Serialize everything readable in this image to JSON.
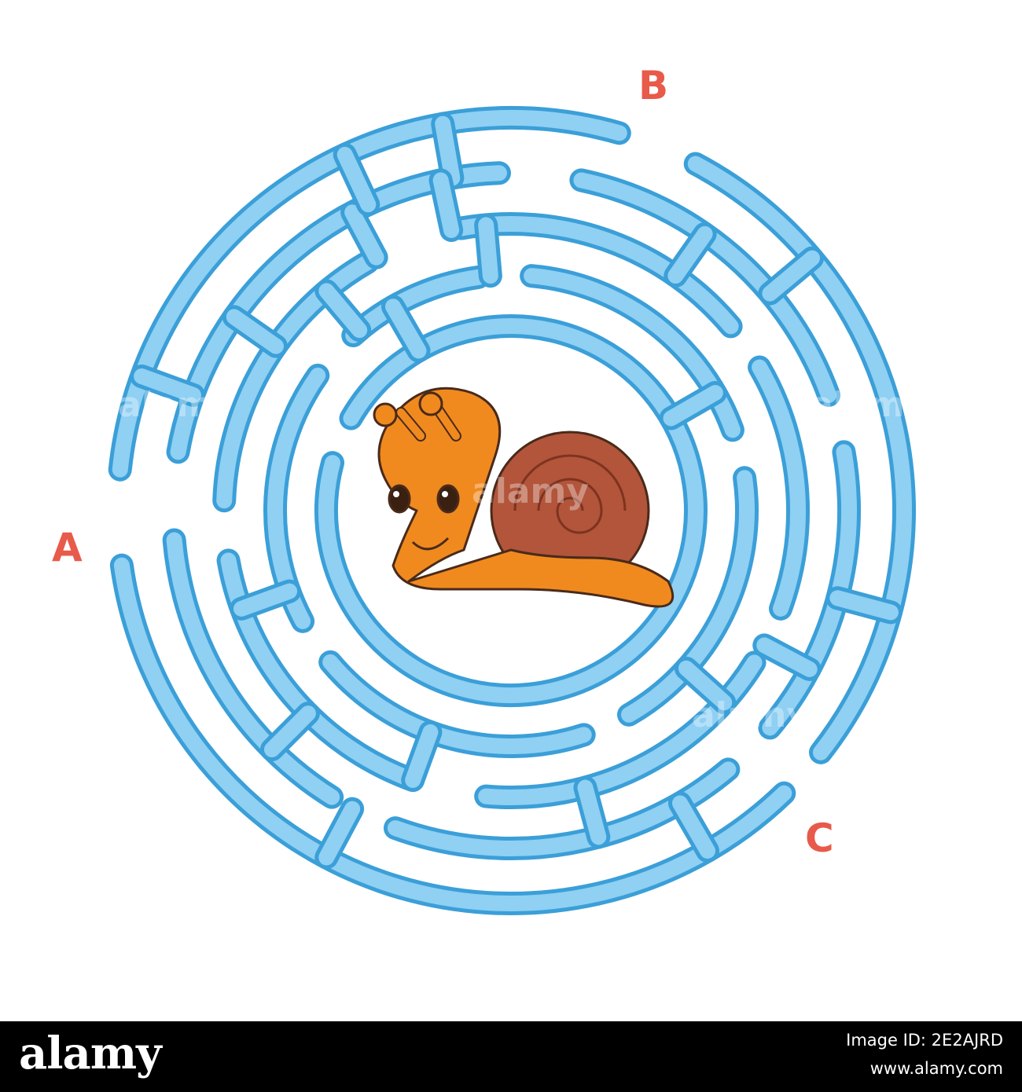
{
  "maze": {
    "wall_fill": "#8fd0f3",
    "wall_stroke": "#3b9fd8",
    "exits": [
      "A",
      "B",
      "C"
    ]
  },
  "labels": {
    "a": "A",
    "b": "B",
    "c": "C"
  },
  "character": {
    "name": "snail-icon"
  },
  "colors": {
    "label": "#e85a4a",
    "snail_body": "#f08a1f",
    "snail_shell": "#b2553a"
  },
  "watermark": {
    "text": "alamy"
  },
  "footer": {
    "logo": "alamy",
    "image_id": "Image ID: 2E2AJRD",
    "site": "www.alamy.com"
  }
}
